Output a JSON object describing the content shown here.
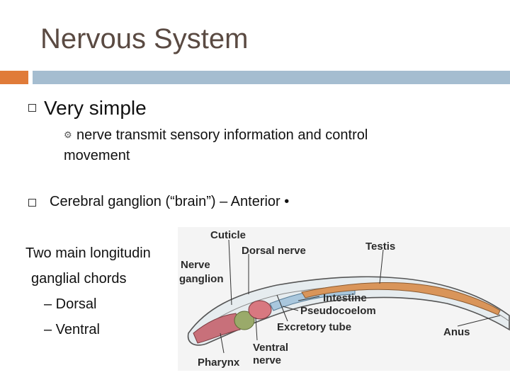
{
  "slide": {
    "title": "Nervous System",
    "bullets": {
      "b1": "Very simple",
      "sub1_line1": "nerve transmit sensory information and control",
      "sub1_line2": "movement",
      "b2": "Cerebral ganglion (“brain”) – Anterior •"
    },
    "body_lines": [
      "Two main longitudin",
      "ganglial chords",
      "– Dorsal",
      "– Ventral"
    ]
  },
  "figure": {
    "labels": {
      "cuticle": "Cuticle",
      "dorsal_nerve": "Dorsal nerve",
      "testis": "Testis",
      "nerve": "Nerve",
      "ganglion": "ganglion",
      "intestine": "Intestine",
      "pseudocoelom": "Pseudocoelom",
      "excretory_tube": "Excretory tube",
      "anus": "Anus",
      "ventral": "Ventral",
      "nerve2": "nerve",
      "pharynx": "Pharynx"
    }
  },
  "colors": {
    "title": "#5a4a42",
    "accent_orange": "#e07b39",
    "accent_blue": "#a5bdd0"
  }
}
